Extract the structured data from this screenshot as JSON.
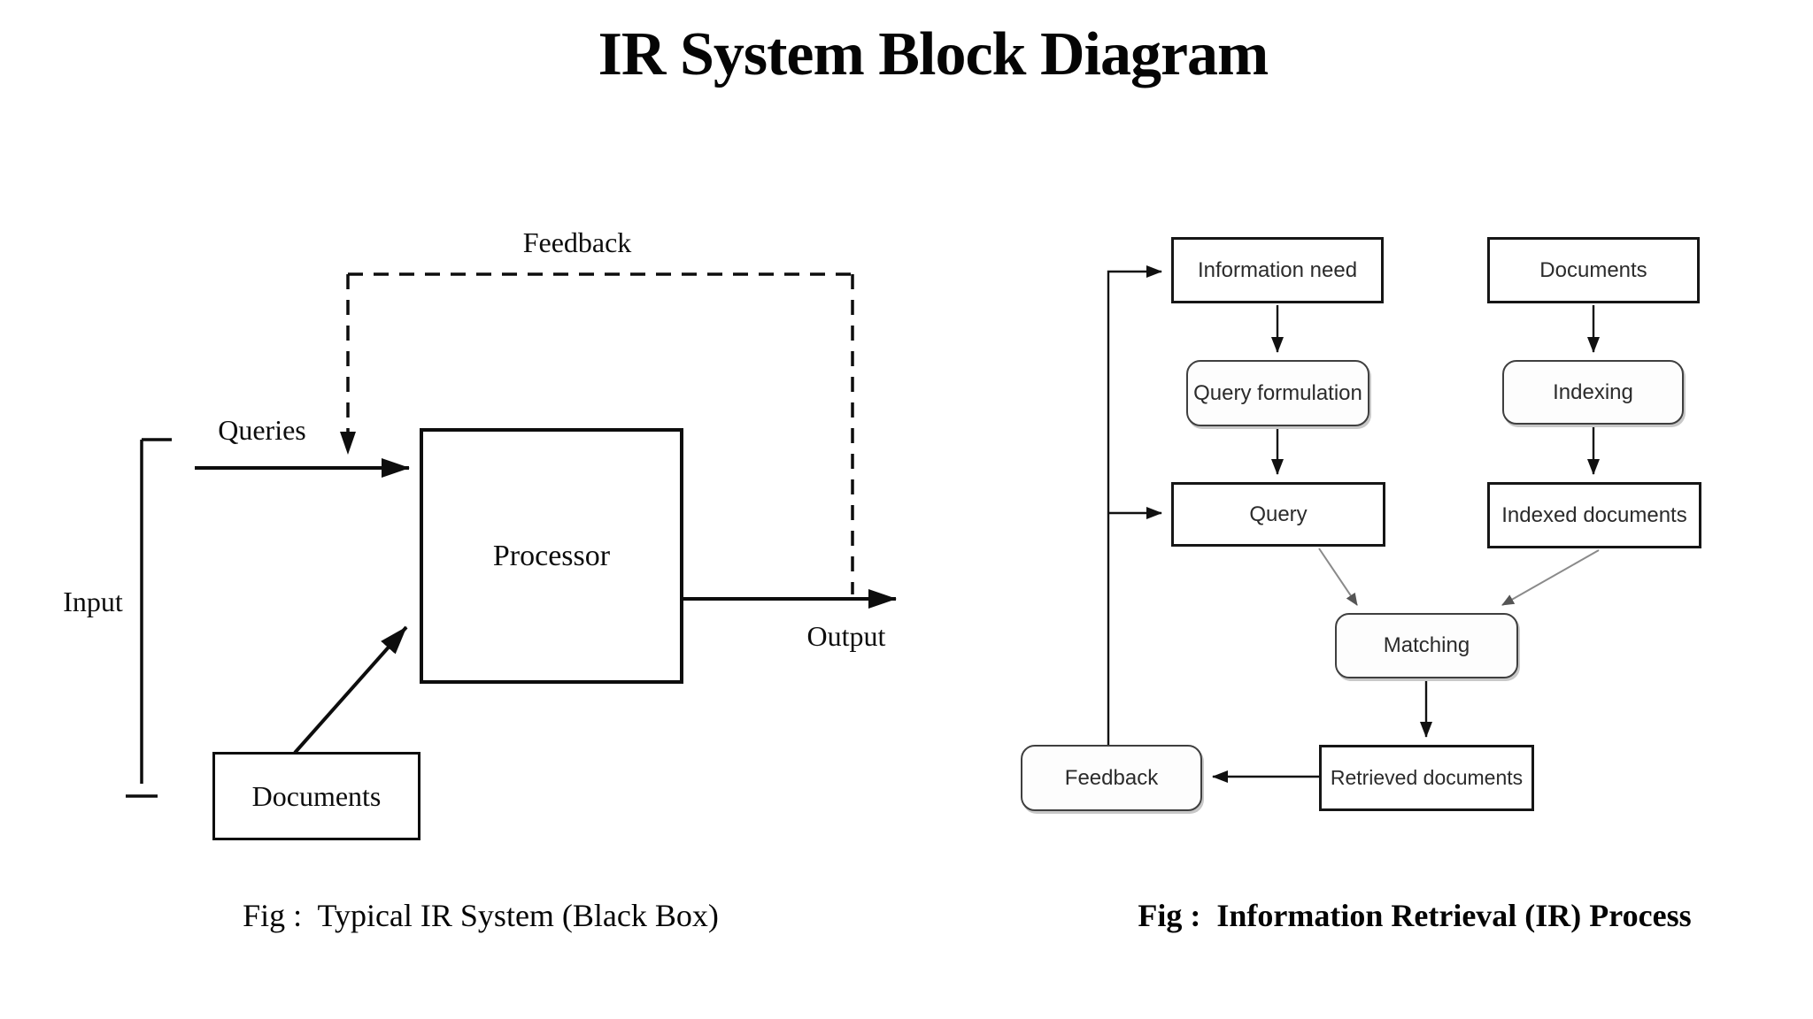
{
  "title": "IR System Block Diagram",
  "left_figure": {
    "caption": "Fig :  Typical IR System (Black Box)",
    "feedback_label": "Feedback",
    "queries_label": "Queries",
    "input_label": "Input",
    "output_label": "Output",
    "processor_label": "Processor",
    "documents_label": "Documents"
  },
  "right_figure": {
    "caption": "Fig :  Information Retrieval (IR) Process",
    "information_need_label": "Information need",
    "documents_label": "Documents",
    "query_formulation_label": "Query formulation",
    "indexing_label": "Indexing",
    "query_label": "Query",
    "indexed_documents_label": "Indexed documents",
    "matching_label": "Matching",
    "feedback_label": "Feedback",
    "retrieved_documents_label": "Retrieved documents"
  },
  "colors": {
    "background": "#ffffff",
    "ink": "#0d0d0d",
    "right_diagram_ink": "#2b2b2b",
    "gray_connector": "#8a8a8a"
  }
}
